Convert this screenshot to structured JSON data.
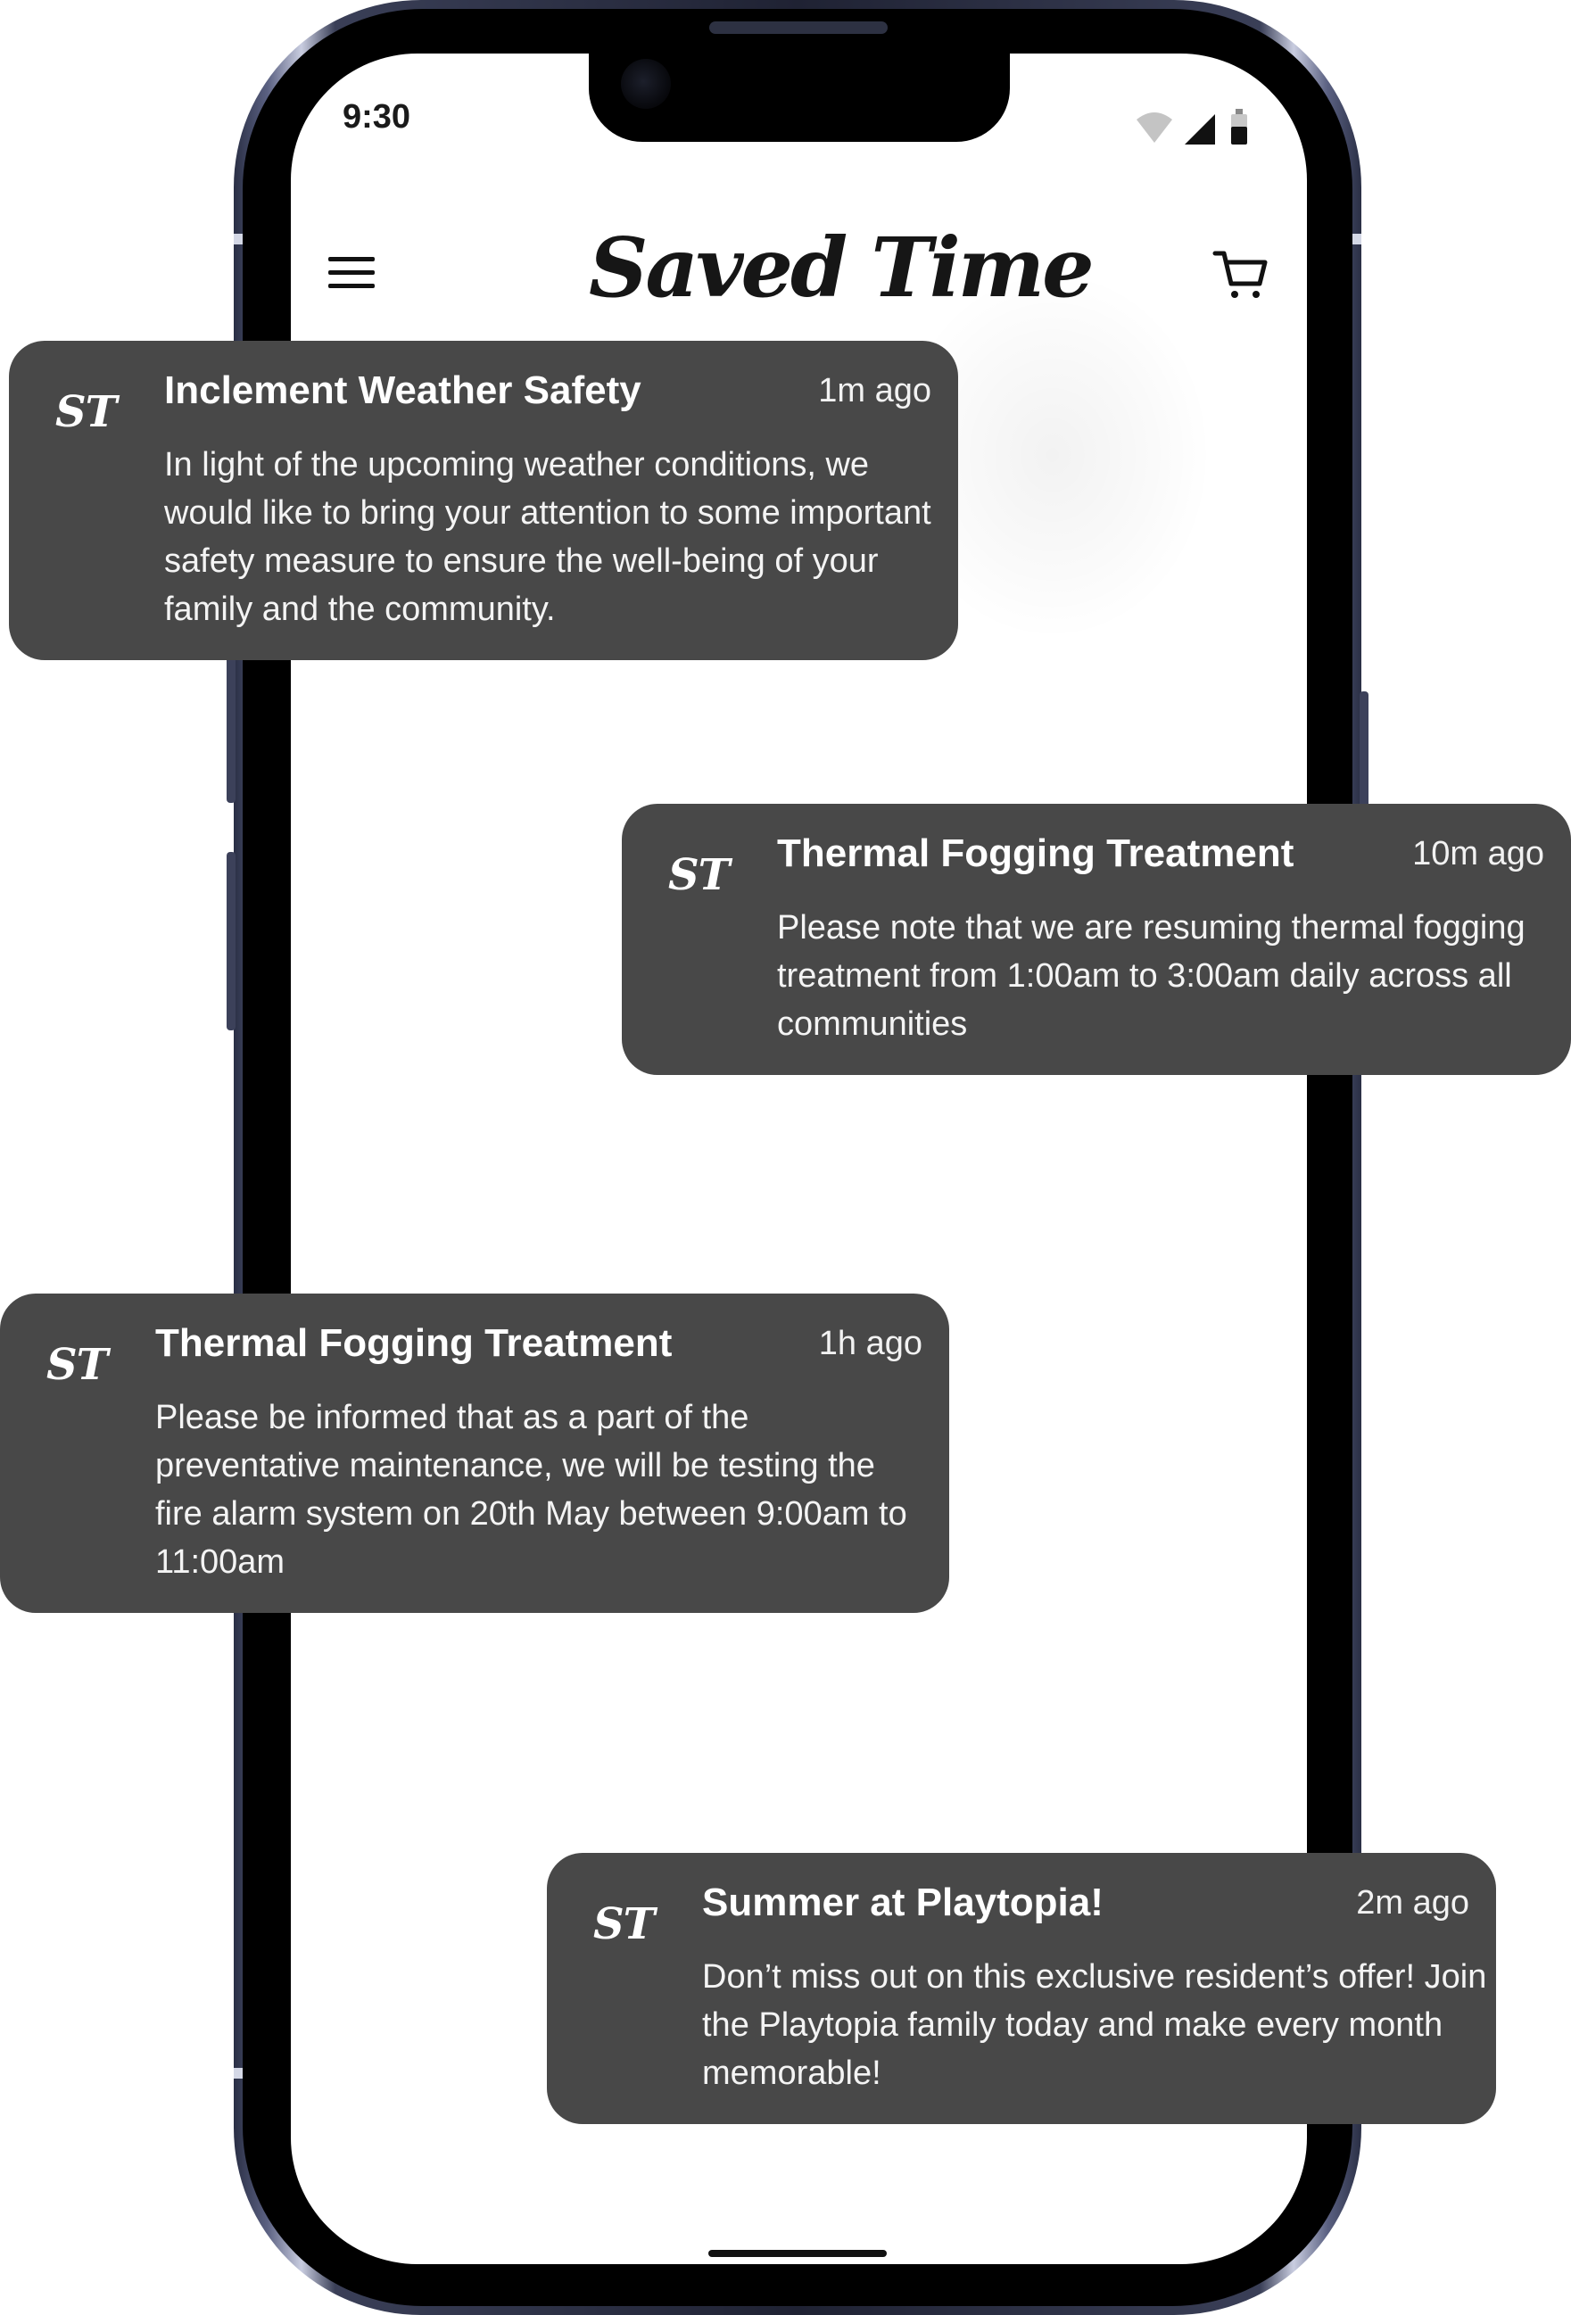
{
  "status_bar": {
    "time": "9:30",
    "icons": [
      "wifi-icon",
      "cellular-signal-icon",
      "battery-icon"
    ]
  },
  "header": {
    "menu_icon": "hamburger-menu-icon",
    "app_title": "Saved Time",
    "cart_icon": "shopping-cart-icon"
  },
  "colors": {
    "notification_background": "#484848",
    "notification_text": "#ffffff",
    "phone_frame": "#1f2233",
    "screen_background": "#ffffff"
  },
  "notifications": [
    {
      "logo": "ST",
      "title": "Inclement Weather Safety",
      "time": "1m ago",
      "body": "In light of the upcoming weather conditions, we would like to bring your attention to some important safety measure to ensure the well-being of your family and the community."
    },
    {
      "logo": "ST",
      "title": "Thermal Fogging Treatment",
      "time": "10m ago",
      "body": "Please note that we are resuming thermal fogging treatment from 1:00am to 3:00am daily across all communities"
    },
    {
      "logo": "ST",
      "title": "Thermal Fogging Treatment",
      "time": "1h ago",
      "body": "Please be informed that as a part of the preventative maintenance, we will be testing the fire alarm system on 20th May between 9:00am to 11:00am"
    },
    {
      "logo": "ST",
      "title": "Summer at Playtopia!",
      "time": "2m ago",
      "body": "Don’t miss out on this exclusive resident’s offer! Join the Playtopia family today and make every month memorable!"
    }
  ]
}
